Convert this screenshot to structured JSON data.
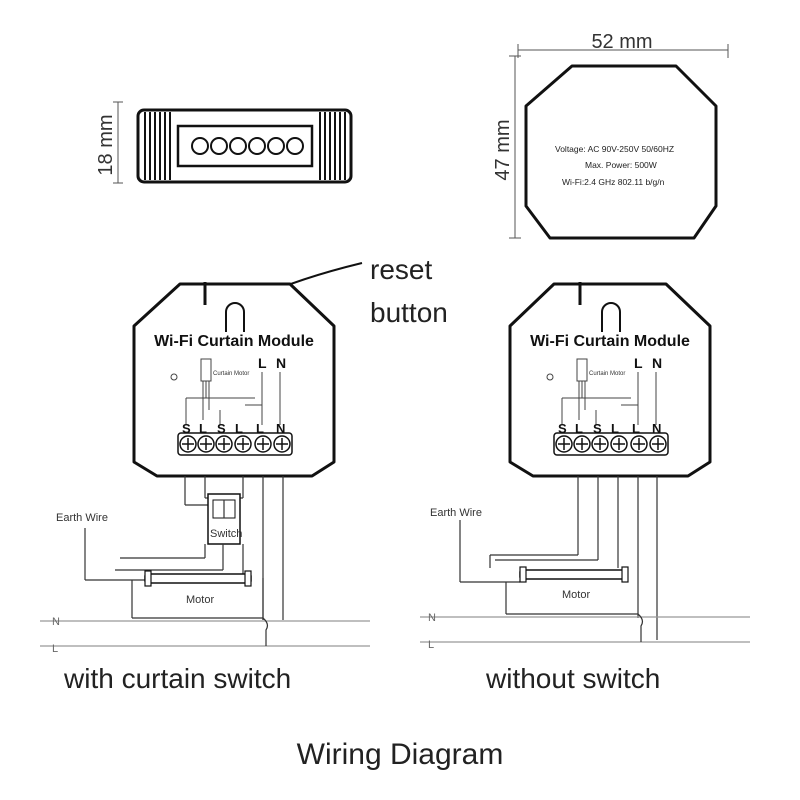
{
  "title": "Wiring Diagram",
  "dimensions": {
    "width": "52 mm",
    "height": "47 mm",
    "depth": "18 mm"
  },
  "spec_label": {
    "voltage": "Voltage: AC 90V-250V   50/60HZ",
    "power": "Max. Power: 500W",
    "wifi": "Wi-Fi:2.4 GHz     802.11 b/g/n"
  },
  "callout": {
    "line1": "reset",
    "line2": "button"
  },
  "module": {
    "name": "Wi-Fi Curtain Module",
    "curtain_motor": "Curtain Motor",
    "top_l": "L",
    "top_n": "N",
    "terminals": [
      "S",
      "L",
      "S",
      "L",
      "L",
      "N"
    ]
  },
  "left_diagram": {
    "earth": "Earth Wire",
    "switch": "Switch",
    "motor": "Motor",
    "n": "N",
    "l": "L",
    "caption": "with curtain switch"
  },
  "right_diagram": {
    "earth": "Earth Wire",
    "motor": "Motor",
    "n": "N",
    "l": "L",
    "caption": "without switch"
  }
}
